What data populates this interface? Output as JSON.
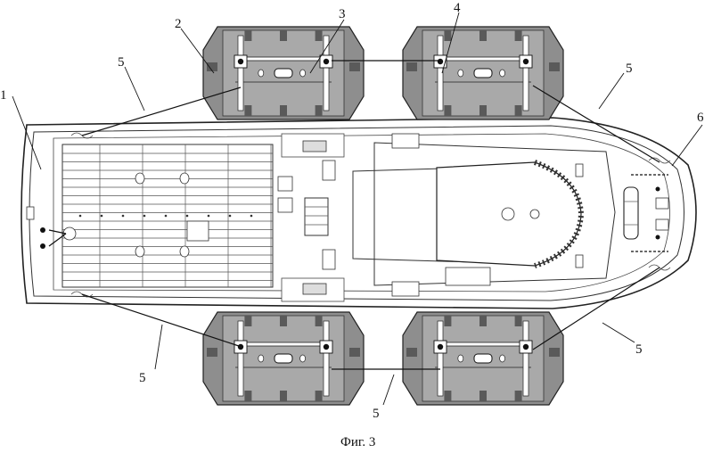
{
  "figure": {
    "caption": "Фиг. 3",
    "labels": {
      "l1": "1",
      "l2": "2",
      "l3": "3",
      "l4": "4",
      "l5a": "5",
      "l5b": "5",
      "l5c": "5",
      "l5d": "5",
      "l5e": "5",
      "l6": "6"
    }
  }
}
